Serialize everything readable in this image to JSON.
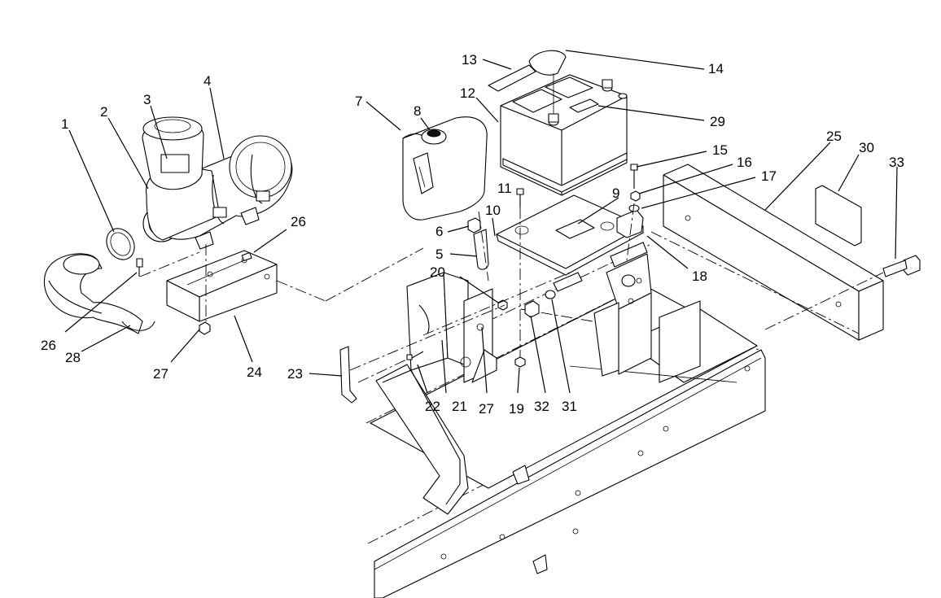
{
  "callouts": [
    {
      "id": "c1",
      "text": "1"
    },
    {
      "id": "c2",
      "text": "2"
    },
    {
      "id": "c3",
      "text": "3"
    },
    {
      "id": "c4",
      "text": "4"
    },
    {
      "id": "c5",
      "text": "5"
    },
    {
      "id": "c6",
      "text": "6"
    },
    {
      "id": "c7",
      "text": "7"
    },
    {
      "id": "c8",
      "text": "8"
    },
    {
      "id": "c9",
      "text": "9"
    },
    {
      "id": "c10",
      "text": "10"
    },
    {
      "id": "c11",
      "text": "11"
    },
    {
      "id": "c12",
      "text": "12"
    },
    {
      "id": "c13",
      "text": "13"
    },
    {
      "id": "c14",
      "text": "14"
    },
    {
      "id": "c15",
      "text": "15"
    },
    {
      "id": "c16",
      "text": "16"
    },
    {
      "id": "c17",
      "text": "17"
    },
    {
      "id": "c18",
      "text": "18"
    },
    {
      "id": "c19",
      "text": "19"
    },
    {
      "id": "c20",
      "text": "20"
    },
    {
      "id": "c21",
      "text": "21"
    },
    {
      "id": "c22",
      "text": "22"
    },
    {
      "id": "c23",
      "text": "23"
    },
    {
      "id": "c24",
      "text": "24"
    },
    {
      "id": "c25",
      "text": "25"
    },
    {
      "id": "c26a",
      "text": "26"
    },
    {
      "id": "c26b",
      "text": "26"
    },
    {
      "id": "c27a",
      "text": "27"
    },
    {
      "id": "c27b",
      "text": "27"
    },
    {
      "id": "c28",
      "text": "28"
    },
    {
      "id": "c29",
      "text": "29"
    },
    {
      "id": "c30",
      "text": "30"
    },
    {
      "id": "c31",
      "text": "31"
    },
    {
      "id": "c32",
      "text": "32"
    },
    {
      "id": "c33",
      "text": "33"
    }
  ]
}
